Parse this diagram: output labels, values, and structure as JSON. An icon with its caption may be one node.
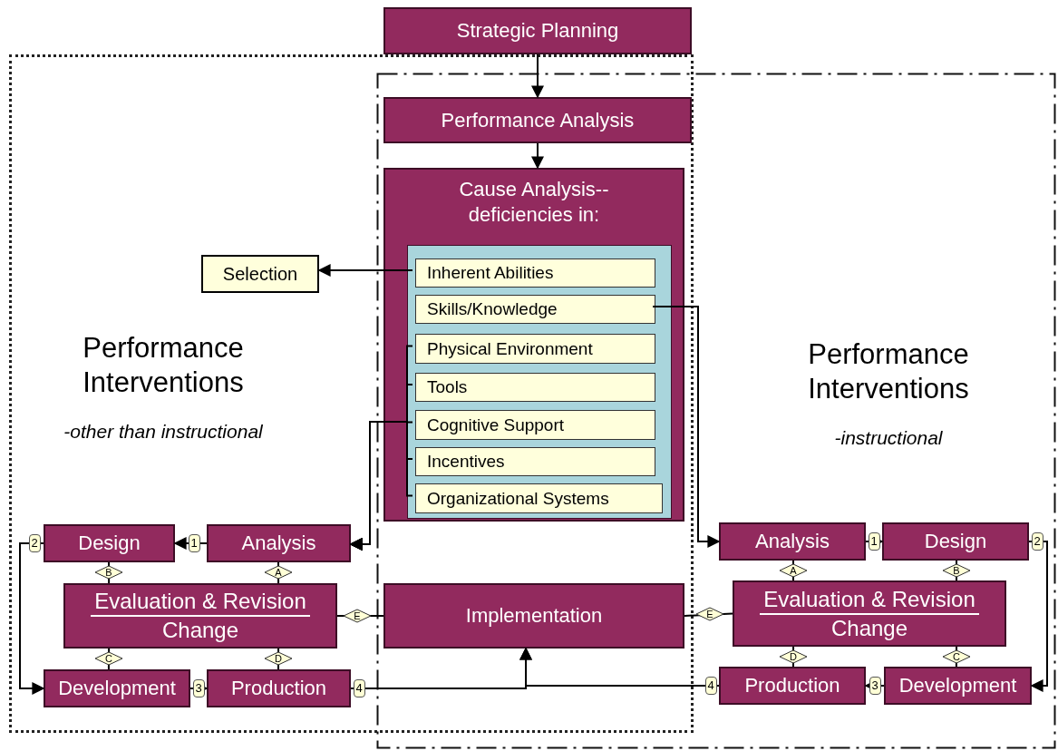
{
  "diagram": {
    "nodes": [
      {
        "text": [
          "Strategic Planning"
        ]
      },
      {
        "text": [
          "Performance Analysis"
        ]
      },
      {
        "text": [
          "Cause Analysis-- deficiencies in:"
        ]
      },
      {
        "text": [],
        "shape": "box",
        "in": 2
      },
      {
        "text": [
          "Inherent Abilities"
        ],
        "in": 3
      },
      {
        "text": [
          "Skills/Knowledge"
        ],
        "in": 3
      },
      {
        "text": [
          "Physical Environment"
        ],
        "in": 3
      },
      {
        "text": [
          "Tools"
        ],
        "in": 3
      },
      {
        "text": [
          "Cognitive Support"
        ],
        "in": 3
      },
      {
        "text": [
          "Incentives"
        ],
        "in": 3
      },
      {
        "text": [
          "Organizational Systems"
        ],
        "in": 3
      },
      {
        "text": [
          "Selection"
        ]
      },
      {
        "text": [
          "Design"
        ]
      },
      {
        "text": [
          "Analysis"
        ]
      },
      {
        "text": [
          "Evaluation & Revision",
          "Change"
        ]
      },
      {
        "text": [
          "Development"
        ]
      },
      {
        "text": [
          "Production"
        ]
      },
      {
        "text": [
          "Implementation"
        ]
      },
      {
        "text": [
          "Analysis"
        ]
      },
      {
        "text": [
          "Design"
        ]
      },
      {
        "text": [
          "Evaluation & Revision",
          "Change"
        ]
      },
      {
        "text": [
          "Production"
        ]
      },
      {
        "text": [
          "Development"
        ]
      }
    ],
    "edges": [
      {
        "from": 0,
        "to": 1,
        "arrow": "to"
      },
      {
        "from": 1,
        "to": 2,
        "arrow": "to"
      },
      {
        "from": 4,
        "to": 11,
        "arrow": "to"
      },
      {
        "from": 5,
        "to": 18,
        "arrow": "to"
      },
      {
        "from": 6,
        "to": 13,
        "arrow": "to"
      },
      {
        "from": 7,
        "to": 13,
        "arrow": "to"
      },
      {
        "from": 8,
        "to": 13,
        "arrow": "to"
      },
      {
        "from": 9,
        "to": 13,
        "arrow": "to"
      },
      {
        "from": 10,
        "to": 13,
        "arrow": "to"
      },
      {
        "from": 13,
        "to": 12,
        "label": "1",
        "arrow": "to"
      },
      {
        "from": 12,
        "to": 15,
        "label": "2",
        "arrow": "to"
      },
      {
        "from": 15,
        "to": 16,
        "label": "3",
        "arrow": "to"
      },
      {
        "from": 16,
        "to": 17,
        "label": "4",
        "arrow": "to"
      },
      {
        "from": 13,
        "to": 14,
        "label": "A",
        "arrow": "none"
      },
      {
        "from": 12,
        "to": 14,
        "label": "B",
        "arrow": "none"
      },
      {
        "from": 14,
        "to": 15,
        "label": "C",
        "arrow": "none"
      },
      {
        "from": 14,
        "to": 16,
        "label": "D",
        "arrow": "none"
      },
      {
        "from": 14,
        "to": 17,
        "label": "E",
        "arrow": "none"
      },
      {
        "from": 18,
        "to": 19,
        "label": "1",
        "arrow": "to"
      },
      {
        "from": 19,
        "to": 22,
        "label": "2",
        "arrow": "to"
      },
      {
        "from": 22,
        "to": 21,
        "label": "3",
        "arrow": "to"
      },
      {
        "from": 21,
        "to": 17,
        "label": "4",
        "arrow": "to"
      },
      {
        "from": 18,
        "to": 20,
        "label": "A",
        "arrow": "none"
      },
      {
        "from": 19,
        "to": 20,
        "label": "B",
        "arrow": "none"
      },
      {
        "from": 20,
        "to": 22,
        "label": "C",
        "arrow": "none"
      },
      {
        "from": 20,
        "to": 21,
        "label": "D",
        "arrow": "none"
      },
      {
        "from": 20,
        "to": 17,
        "label": "E",
        "arrow": "none"
      }
    ],
    "labels": [
      "Performance Interventions",
      "-other than instructional",
      "Performance Interventions",
      "-instructional"
    ]
  }
}
